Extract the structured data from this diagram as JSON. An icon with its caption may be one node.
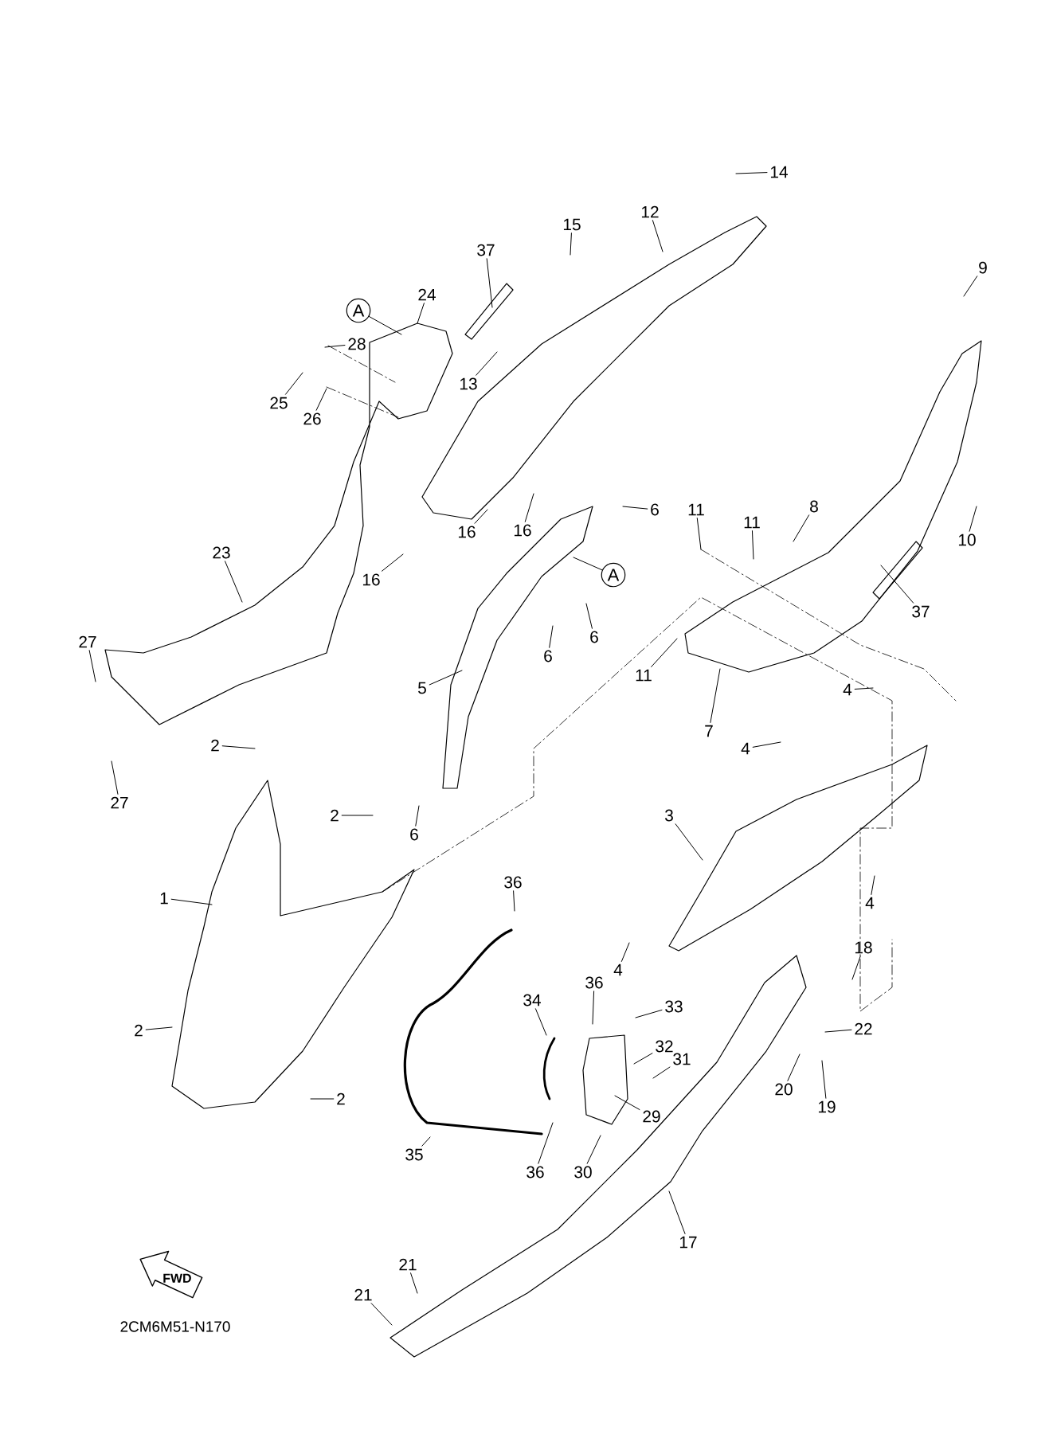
{
  "diagram": {
    "nodes": [
      {
        "text": [
          "14"
        ]
      },
      {
        "text": [
          "15"
        ]
      },
      {
        "text": [
          "12"
        ]
      },
      {
        "text": [
          "37"
        ]
      },
      {
        "text": [
          "9"
        ]
      },
      {
        "text": [
          "24"
        ]
      },
      {
        "text": [
          "A"
        ]
      },
      {
        "text": [
          "28"
        ]
      },
      {
        "text": [
          "13"
        ]
      },
      {
        "text": [
          "25"
        ]
      },
      {
        "text": [
          "26"
        ]
      },
      {
        "text": [
          "6"
        ]
      },
      {
        "text": [
          "11"
        ]
      },
      {
        "text": [
          "11"
        ]
      },
      {
        "text": [
          "8"
        ]
      },
      {
        "text": [
          "16"
        ]
      },
      {
        "text": [
          "16"
        ]
      },
      {
        "text": [
          "10"
        ]
      },
      {
        "text": [
          "23"
        ]
      },
      {
        "text": [
          "A"
        ]
      },
      {
        "text": [
          "16"
        ]
      },
      {
        "text": [
          "37"
        ]
      },
      {
        "text": [
          "6"
        ]
      },
      {
        "text": [
          "6"
        ]
      },
      {
        "text": [
          "27"
        ]
      },
      {
        "text": [
          "5"
        ]
      },
      {
        "text": [
          "11"
        ]
      },
      {
        "text": [
          "4"
        ]
      },
      {
        "text": [
          "7"
        ]
      },
      {
        "text": [
          "2"
        ]
      },
      {
        "text": [
          "4"
        ]
      },
      {
        "text": [
          "27"
        ]
      },
      {
        "text": [
          "2"
        ]
      },
      {
        "text": [
          "3"
        ]
      },
      {
        "text": [
          "6"
        ]
      },
      {
        "text": [
          "4"
        ]
      },
      {
        "text": [
          "36"
        ]
      },
      {
        "text": [
          "1"
        ]
      },
      {
        "text": [
          "18"
        ]
      },
      {
        "text": [
          "4"
        ]
      },
      {
        "text": [
          "36"
        ]
      },
      {
        "text": [
          "34"
        ]
      },
      {
        "text": [
          "33"
        ]
      },
      {
        "text": [
          "2"
        ]
      },
      {
        "text": [
          "22"
        ]
      },
      {
        "text": [
          "32"
        ]
      },
      {
        "text": [
          "31"
        ]
      },
      {
        "text": [
          "20"
        ]
      },
      {
        "text": [
          "29"
        ]
      },
      {
        "text": [
          "2"
        ]
      },
      {
        "text": [
          "19"
        ]
      },
      {
        "text": [
          "35"
        ]
      },
      {
        "text": [
          "36"
        ]
      },
      {
        "text": [
          "30"
        ]
      },
      {
        "text": [
          "17"
        ]
      },
      {
        "text": [
          "21"
        ]
      },
      {
        "text": [
          "21"
        ]
      },
      {
        "text": [
          "FWD"
        ]
      }
    ],
    "edges": [
      {
        "from": 0,
        "to": null,
        "arrow": "none"
      },
      {
        "from": 1,
        "to": null,
        "arrow": "none"
      },
      {
        "from": 2,
        "to": null,
        "arrow": "none"
      },
      {
        "from": 3,
        "to": null,
        "arrow": "none"
      },
      {
        "from": 4,
        "to": null,
        "arrow": "none"
      },
      {
        "from": 5,
        "to": null,
        "arrow": "none"
      },
      {
        "from": 6,
        "to": null,
        "arrow": "none"
      },
      {
        "from": 7,
        "to": null,
        "arrow": "none"
      },
      {
        "from": 8,
        "to": null,
        "arrow": "none"
      },
      {
        "from": 9,
        "to": null,
        "arrow": "none"
      },
      {
        "from": 10,
        "to": null,
        "arrow": "none"
      },
      {
        "from": 11,
        "to": null,
        "arrow": "none"
      },
      {
        "from": 12,
        "to": null,
        "arrow": "none"
      },
      {
        "from": 13,
        "to": null,
        "arrow": "none"
      },
      {
        "from": 14,
        "to": null,
        "arrow": "none"
      },
      {
        "from": 15,
        "to": null,
        "arrow": "none"
      },
      {
        "from": 16,
        "to": null,
        "arrow": "none"
      },
      {
        "from": 17,
        "to": null,
        "arrow": "none"
      },
      {
        "from": 18,
        "to": null,
        "arrow": "none"
      },
      {
        "from": 19,
        "to": null,
        "arrow": "none"
      },
      {
        "from": 20,
        "to": null,
        "arrow": "none"
      },
      {
        "from": 21,
        "to": null,
        "arrow": "none"
      },
      {
        "from": 22,
        "to": null,
        "arrow": "none"
      },
      {
        "from": 23,
        "to": null,
        "arrow": "none"
      },
      {
        "from": 24,
        "to": null,
        "arrow": "none"
      },
      {
        "from": 25,
        "to": null,
        "arrow": "none"
      },
      {
        "from": 26,
        "to": null,
        "arrow": "none"
      },
      {
        "from": 27,
        "to": null,
        "arrow": "none"
      },
      {
        "from": 28,
        "to": null,
        "arrow": "none"
      },
      {
        "from": 29,
        "to": null,
        "arrow": "none"
      },
      {
        "from": 30,
        "to": null,
        "arrow": "none"
      },
      {
        "from": 31,
        "to": null,
        "arrow": "none"
      },
      {
        "from": 32,
        "to": null,
        "arrow": "none"
      },
      {
        "from": 33,
        "to": null,
        "arrow": "none"
      },
      {
        "from": 34,
        "to": null,
        "arrow": "none"
      },
      {
        "from": 35,
        "to": null,
        "arrow": "none"
      },
      {
        "from": 36,
        "to": null,
        "arrow": "none"
      },
      {
        "from": 37,
        "to": null,
        "arrow": "none"
      },
      {
        "from": 38,
        "to": null,
        "arrow": "none"
      },
      {
        "from": 39,
        "to": null,
        "arrow": "none"
      },
      {
        "from": 40,
        "to": null,
        "arrow": "none"
      },
      {
        "from": 41,
        "to": null,
        "arrow": "none"
      },
      {
        "from": 42,
        "to": null,
        "arrow": "none"
      },
      {
        "from": 43,
        "to": null,
        "arrow": "none"
      },
      {
        "from": 44,
        "to": null,
        "arrow": "none"
      },
      {
        "from": 45,
        "to": null,
        "arrow": "none"
      },
      {
        "from": 46,
        "to": null,
        "arrow": "none"
      },
      {
        "from": 47,
        "to": null,
        "arrow": "none"
      },
      {
        "from": 48,
        "to": null,
        "arrow": "none"
      },
      {
        "from": 49,
        "to": null,
        "arrow": "none"
      },
      {
        "from": 50,
        "to": null,
        "arrow": "none"
      },
      {
        "from": 51,
        "to": null,
        "arrow": "none"
      },
      {
        "from": 52,
        "to": null,
        "arrow": "none"
      },
      {
        "from": 53,
        "to": null,
        "arrow": "none"
      },
      {
        "from": 54,
        "to": null,
        "arrow": "none"
      },
      {
        "from": 55,
        "to": null,
        "arrow": "none"
      },
      {
        "from": 56,
        "to": null,
        "arrow": "none"
      }
    ],
    "labels": [
      "2CM6M51-N170"
    ]
  }
}
